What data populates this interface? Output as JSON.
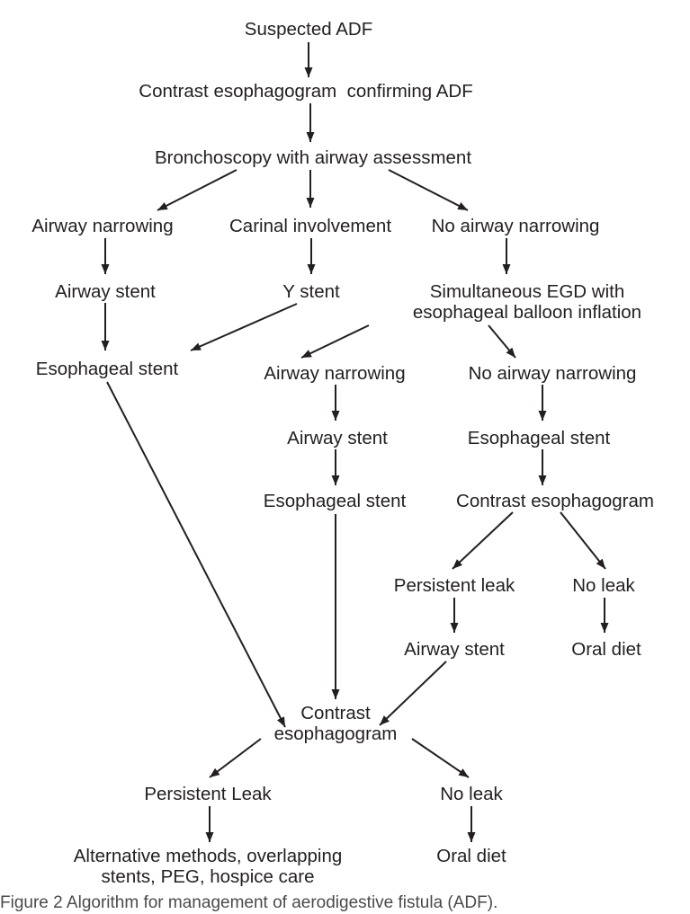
{
  "flowchart": {
    "nodes": {
      "suspected_adf": "Suspected ADF",
      "contrast_confirming": "Contrast esophagogram  confirming ADF",
      "bronchoscopy": "Bronchoscopy with airway assessment",
      "left_airway_narrowing": "Airway narrowing",
      "carinal_involvement": "Carinal involvement",
      "no_airway_narrowing_top": "No airway narrowing",
      "left_airway_stent": "Airway stent",
      "y_stent": "Y stent",
      "simultaneous_egd_line1": "Simultaneous EGD with",
      "simultaneous_egd_line2": "esophageal balloon inflation",
      "left_esophageal_stent": "Esophageal stent",
      "mid_airway_narrowing": "Airway narrowing",
      "right_no_airway_narrowing": "No airway narrowing",
      "mid_airway_stent": "Airway stent",
      "right_esophageal_stent": "Esophageal stent",
      "mid_esophageal_stent": "Esophageal stent",
      "right_contrast": "Contrast esophagogram",
      "right_persistent_leak": "Persistent leak",
      "right_no_leak": "No leak",
      "right_airway_stent": "Airway stent",
      "right_oral_diet": "Oral diet",
      "final_contrast_line1": "Contrast",
      "final_contrast_line2": "esophagogram",
      "final_persistent_leak": "Persistent Leak",
      "final_no_leak": "No leak",
      "alternatives_line1": "Alternative methods, overlapping",
      "alternatives_line2": "stents, PEG, hospice care",
      "final_oral_diet": "Oral diet"
    }
  },
  "caption": "Figure 2 Algorithm for management of aerodigestive fistula (ADF)."
}
